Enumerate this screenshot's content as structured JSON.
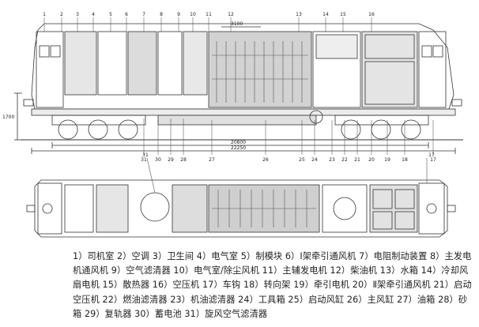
{
  "side_view": {
    "top_callouts": [
      "1",
      "2",
      "3",
      "4",
      "5",
      "6",
      "7",
      "8",
      "9",
      "10",
      "11",
      "12",
      "13",
      "14",
      "15",
      "16"
    ],
    "bottom_callouts": [
      "31",
      "30",
      "29",
      "28",
      "27",
      "26",
      "25",
      "24",
      "23",
      "22",
      "21",
      "20",
      "19",
      "18",
      "17"
    ],
    "height_dim": "1700",
    "width_dim": "3100",
    "length_dims": [
      "20800",
      "22250"
    ]
  },
  "plan_view": {
    "callouts": [
      "31",
      "17"
    ]
  },
  "caption": {
    "text": "1）司机室 2）空调 3）卫生间 4）电气室 5）制模块 6）Ⅰ架牵引通风机 7）电阻制动装置 8）主发电机通风机 9）空气滤清器 10）电气室/除尘风机 11）主辅发电机 12）柴油机 13）水箱 14）冷却风扇电机 15）散热器 16）空压机 17）车钩 18）转向架 19）牵引电机 20）Ⅱ架牵引通风机 21）启动空压机 22）燃油滤清器 23）机油滤清器 24）工具箱 25）启动风缸 26）主风缸 27）油箱 28）砂箱 29）复轨器 30）蓄电池 31）旋风空气滤清器"
  }
}
